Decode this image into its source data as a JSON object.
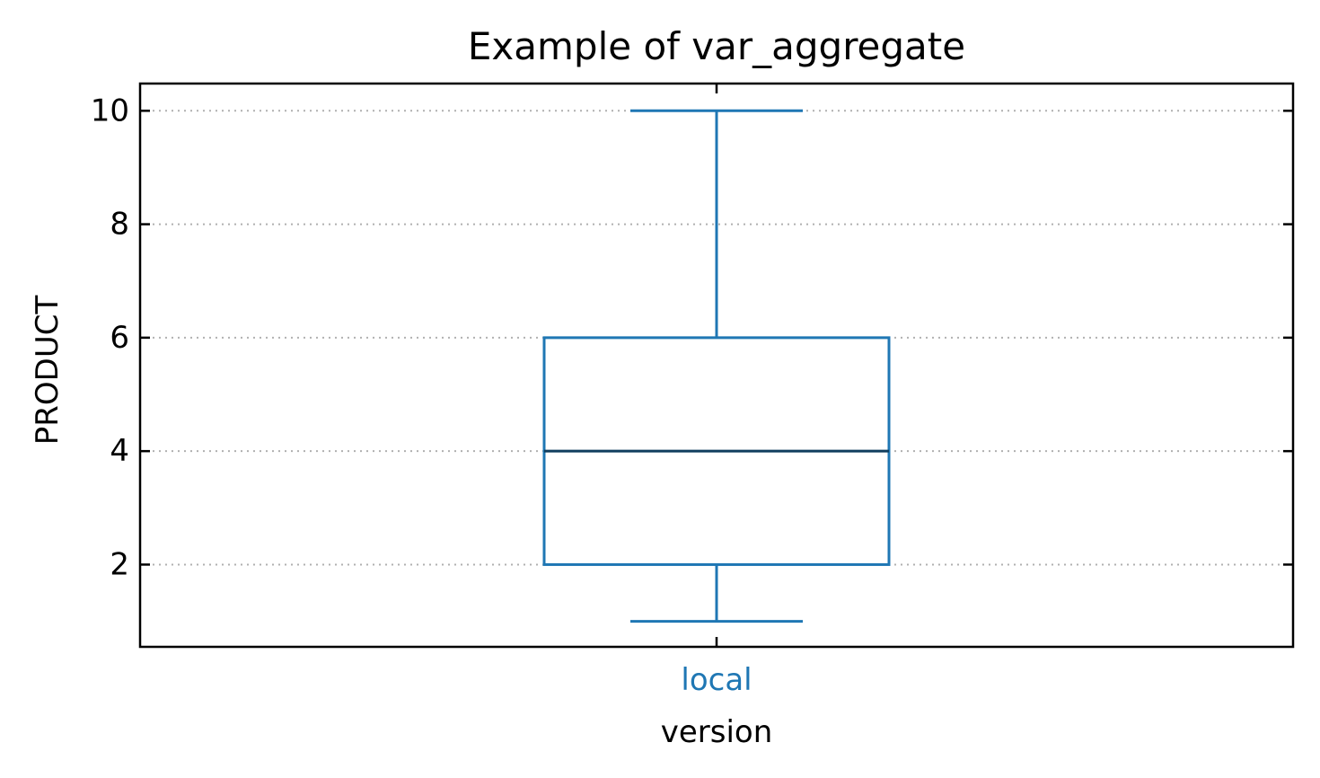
{
  "chart_data": {
    "type": "box",
    "title": "Example of var_aggregate",
    "xlabel": "version",
    "ylabel": "PRODUCT",
    "ylim": [
      0.55,
      10.48
    ],
    "yticks": [
      2,
      4,
      6,
      8,
      10
    ],
    "ytick_labels": [
      "2",
      "4",
      "6",
      "8",
      "10"
    ],
    "grid": true,
    "grid_axis": "y",
    "categories": [
      "local"
    ],
    "boxes": [
      {
        "category": "local",
        "whisker_low": 1,
        "q1": 2,
        "median": 4,
        "q3": 6,
        "whisker_high": 10
      }
    ],
    "colors": {
      "box": "#1f77b4",
      "median": "#0f3d5e",
      "category_label": "#1f77b4",
      "grid": "#b0b0b0",
      "axes": "#000000"
    }
  }
}
